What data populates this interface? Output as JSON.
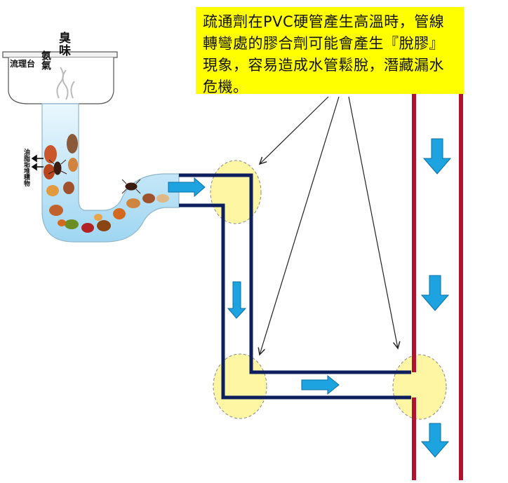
{
  "callout": {
    "text": "疏通劑在PVC硬管產生高溫時，管線轉彎處的膠合劑可能會產生『脫膠』現象，容易造成水管鬆脫，潛藏漏水危機。"
  },
  "sink": {
    "label": "流理台"
  },
  "odor": {
    "big": "臭味",
    "small": "氨氣"
  },
  "grease_label": "油脂垢堆積物",
  "colors": {
    "callout_bg": "#ffff00",
    "drain_pipe": "#0d1f5c",
    "main_pipe": "#b3122f",
    "flow_arrow": "#1da3e0",
    "joint_fill": "#fff59a",
    "water": "#bfe6f8"
  }
}
